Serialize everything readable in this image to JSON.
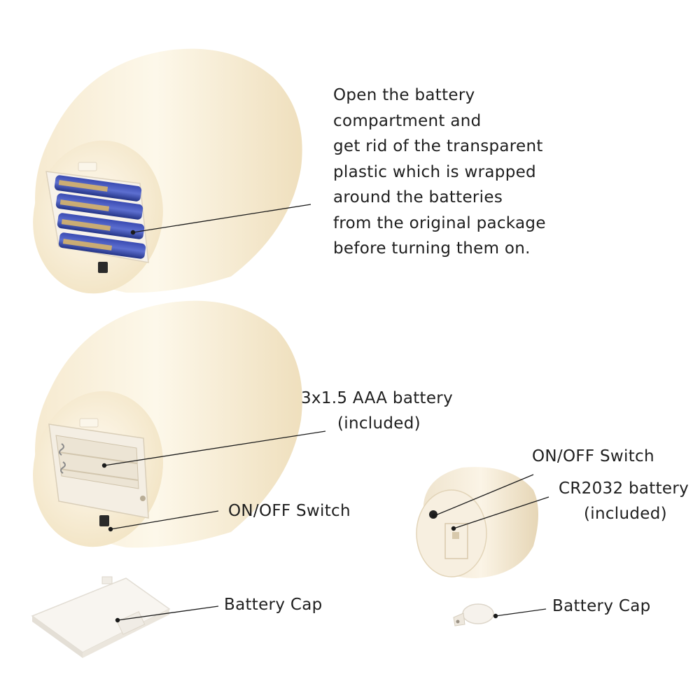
{
  "instructions": {
    "lines": [
      "Open the battery",
      "compartment and",
      "get rid of the transparent",
      "plastic which is wrapped",
      "around the batteries",
      "from the original package",
      "before turning them on."
    ]
  },
  "labels": {
    "aaa_battery_line1": "3x1.5 AAA battery",
    "aaa_battery_line2": "(included)",
    "large_switch": "ON/OFF Switch",
    "large_cap": "Battery Cap",
    "small_switch": "ON/OFF Switch",
    "cr2032_line1": "CR2032 battery",
    "cr2032_line2": "(included)",
    "small_cap": "Battery Cap"
  },
  "colors": {
    "wax": "#fbf3df",
    "wax_shadow": "#f3e6c8",
    "battery_blue": "#2f3f9e",
    "battery_gold": "#d7b46a",
    "leader_line": "#1a1a1a"
  }
}
